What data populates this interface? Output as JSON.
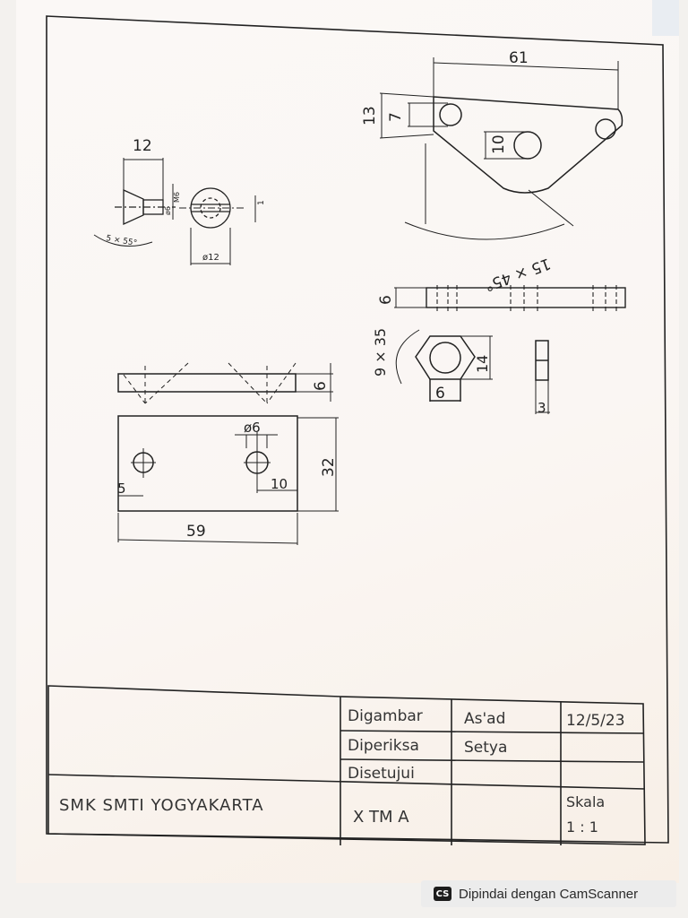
{
  "title_block": {
    "school": "SMK SMTI YOGYAKARTA",
    "class": "X TM A",
    "drawn_label": "Digambar",
    "drawn_by": "As'ad",
    "date": "12/5/23",
    "checked_label": "Diperiksa",
    "checked_by": "Setya",
    "approved_label": "Disetujui",
    "scale_label": "Skala",
    "scale_value": "1 : 1"
  },
  "dimensions": {
    "screw_head_width": "12",
    "screw_thread": "M6",
    "screw_shank": "ø6",
    "screw_chamfer": "5 × 55°",
    "screw_diameter": "ø12",
    "screw_slot": "1",
    "plate_length": "61",
    "plate_height": "13",
    "plate_hole_offset": "7",
    "plate_hole_size": "10",
    "plate_chamfer": "15 × 45°",
    "plate_thickness": "6",
    "nut_chamfer": "9 × 35",
    "nut_width": "14",
    "nut_thickness": "6",
    "washer_thickness": "3",
    "bar_thickness": "6",
    "bar_hole": "ø6",
    "bar_width": "32",
    "bar_hole_left": "5",
    "bar_hole_right": "10",
    "bar_length": "59"
  },
  "scanner": {
    "logo": "CS",
    "text": "Dipindai dengan CamScanner"
  }
}
